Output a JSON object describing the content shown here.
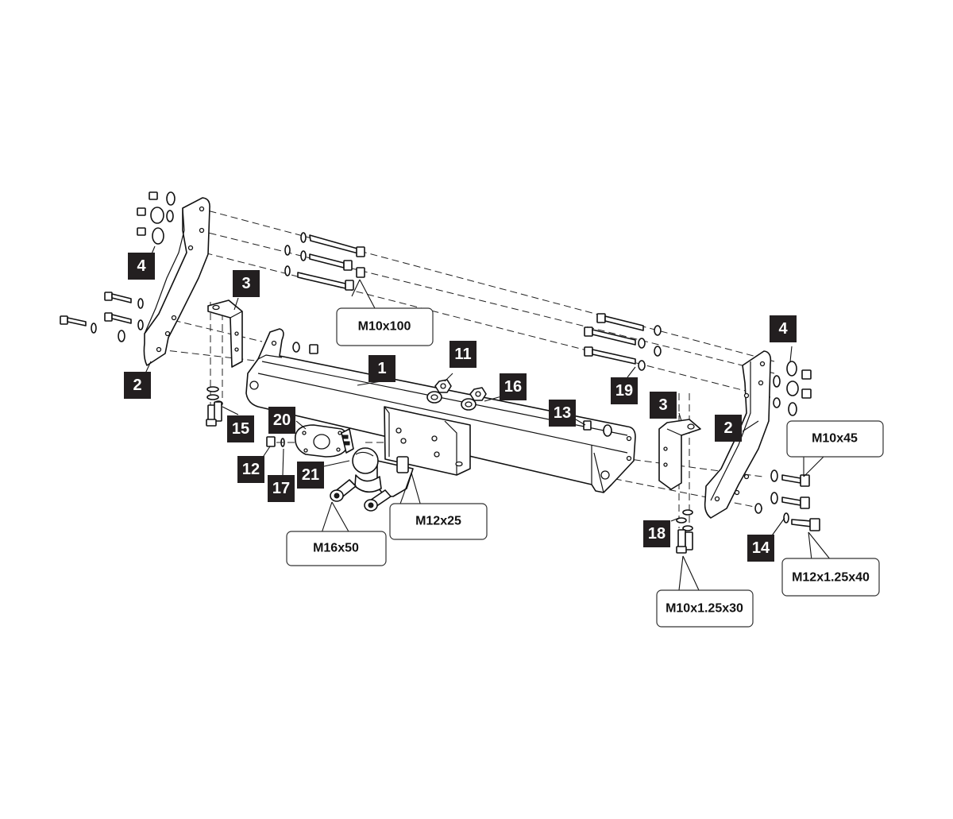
{
  "badges": {
    "b1": "1",
    "b2_left": "2",
    "b2_right": "2",
    "b3_left": "3",
    "b3_right": "3",
    "b4_left": "4",
    "b4_right": "4",
    "b11": "11",
    "b12": "12",
    "b13": "13",
    "b14": "14",
    "b15": "15",
    "b16": "16",
    "b17": "17",
    "b18": "18",
    "b19": "19",
    "b20": "20",
    "b21": "21"
  },
  "callouts": {
    "m10x100": "M10x100",
    "m12x25": "M12x25",
    "m16x50": "M16x50",
    "m10x45": "M10x45",
    "m10x1_25x30": "M10x1.25x30",
    "m12x1_25x40": "M12x1.25x40"
  },
  "colors": {
    "badge": "#231f20",
    "line": "#111111",
    "background": "#ffffff"
  }
}
